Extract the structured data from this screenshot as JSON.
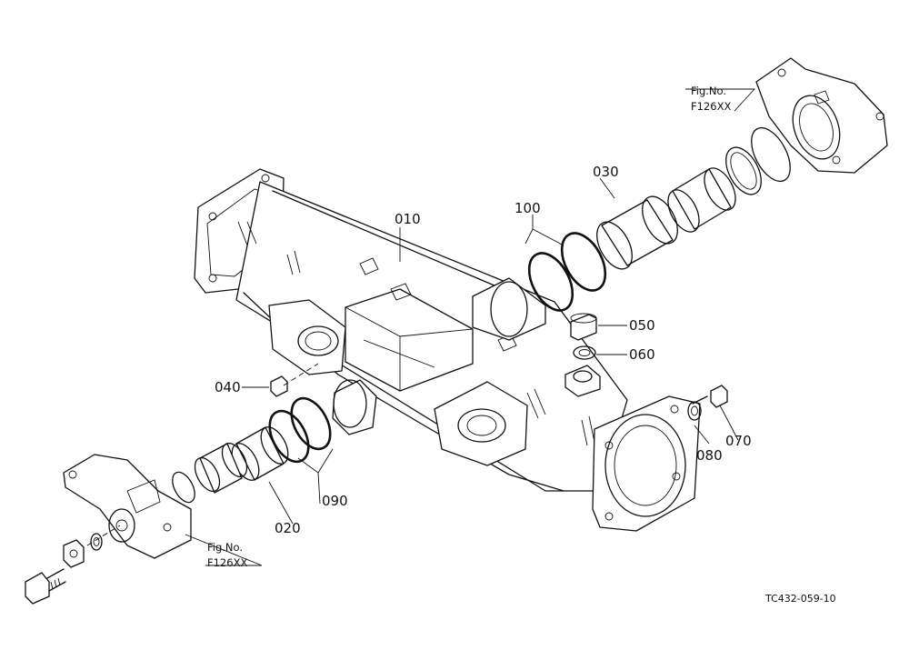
{
  "parts": [
    {
      "id": "p010",
      "number": "010"
    },
    {
      "id": "p020",
      "number": "020"
    },
    {
      "id": "p030",
      "number": "030"
    },
    {
      "id": "p040",
      "number": "040"
    },
    {
      "id": "p050",
      "number": "050"
    },
    {
      "id": "p060",
      "number": "060"
    },
    {
      "id": "p070",
      "number": "070"
    },
    {
      "id": "p080",
      "number": "080"
    },
    {
      "id": "p090",
      "number": "090"
    },
    {
      "id": "p100",
      "number": "100"
    }
  ],
  "references": [
    {
      "line1": "Fig.No.",
      "line2": "F126XX"
    },
    {
      "line1": "Fig.No.",
      "line2": "F126XX"
    }
  ],
  "drawing_code": "TC432-059-10"
}
